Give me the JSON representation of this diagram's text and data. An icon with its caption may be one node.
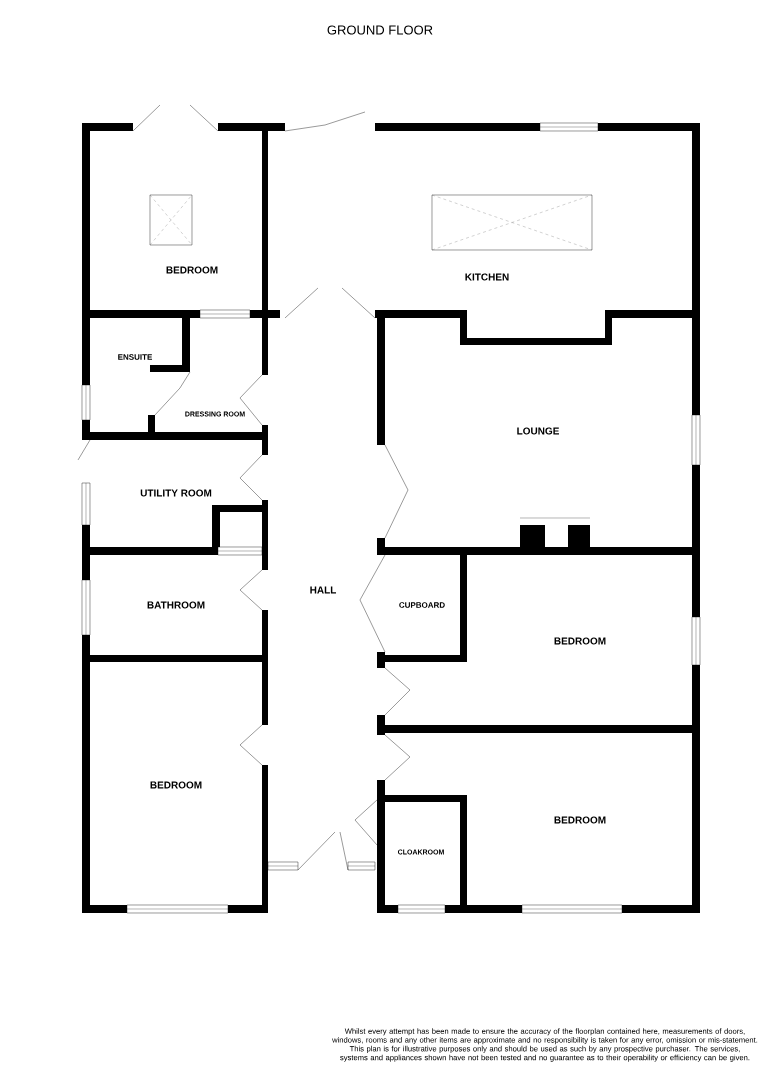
{
  "diagram": {
    "title": "GROUND FLOOR",
    "labels": [
      "BEDROOM",
      "KITCHEN",
      "ENSUITE",
      "DRESSING ROOM",
      "LOUNGE",
      "UTILITY ROOM",
      "HALL",
      "CUPBOARD",
      "BATHROOM",
      "BEDROOM",
      "BEDROOM",
      "BEDROOM",
      "CLOAKROOM",
      "Whilst every attempt has been made to ensure the accuracy of the floorplan contained here, measurements of doors, windows, rooms and any other items are approximate and no responsibility is taken for any error, omission or mis-statement. This plan is for illustrative purposes only and should be used as such by any prospective purchaser. The services, systems and appliances shown have not been tested and no guarantee as to their operability or efficiency can be given."
    ]
  }
}
